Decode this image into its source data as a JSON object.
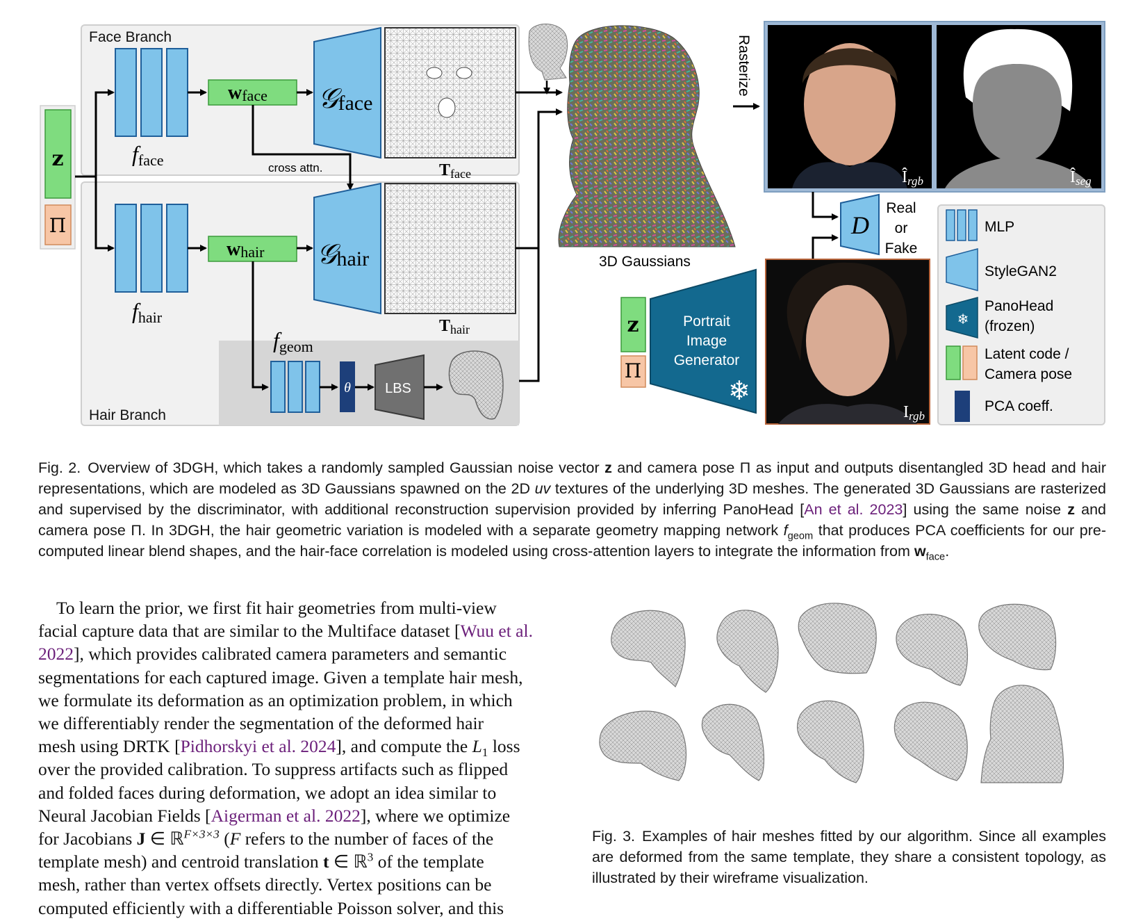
{
  "figure2": {
    "face_branch_label": "Face Branch",
    "hair_branch_label": "Hair Branch",
    "z_label": "z",
    "pi_label": "Π",
    "f_face": "face",
    "f_hair": "hair",
    "f_geom": "geom",
    "w_face": "face",
    "w_hair": "hair",
    "g_face": "face",
    "g_hair": "hair",
    "t_face": "face",
    "t_hair": "hair",
    "cross_attn": "cross attn.",
    "theta": "θ",
    "lbs": "LBS",
    "gaussians_label": "3D Gaussians",
    "rasterize": "Rasterize",
    "i_rgb_hat": "Î",
    "i_rgb_hat_sub": "rgb",
    "i_seg_hat": "Î",
    "i_seg_hat_sub": "seg",
    "discriminator": "D",
    "real_or_fake": [
      "Real",
      "or",
      "Fake"
    ],
    "portrait_generator": [
      "Portrait",
      "Image",
      "Generator"
    ],
    "i_rgb": "I",
    "i_rgb_sub": "rgb",
    "legend": {
      "mlp": "MLP",
      "stylegan": "StyleGAN2",
      "panohead": [
        "PanoHead",
        "(frozen)"
      ],
      "latent": [
        "Latent code /",
        "Camera pose"
      ],
      "pca": "PCA coeff."
    },
    "caption_label": "Fig. 2.",
    "caption_parts": [
      "Overview of 3DGH, which takes a randomly sampled Gaussian noise vector ",
      "z",
      " and camera pose Π as input and outputs disentangled 3D head and hair representations, which are modeled as 3D Gaussians spawned on the 2D ",
      "uv",
      " textures of the underlying 3D meshes. The generated 3D Gaussians are rasterized and supervised by the discriminator, with additional reconstruction supervision provided by inferring PanoHead [",
      "An et al. 2023",
      "] using the same noise ",
      "z",
      " and camera pose Π. In 3DGH, the hair geometric variation is modeled with a separate geometry mapping network ",
      "f",
      "geom",
      " that produces PCA coefficients for our pre-computed linear blend shapes, and the hair-face correlation is modeled using cross-attention layers to integrate the information from ",
      "w",
      "face",
      "."
    ]
  },
  "body": {
    "l1": "To learn the prior, we first fit hair geometries from multi-view",
    "l2a": "facial capture data that are similar to the Multiface dataset [",
    "cite_wuu1": "Wuu et al.",
    "cite_wuu2": "2022",
    "l3a": "], which provides calibrated camera parameters and semantic",
    "l4": "segmentations for each captured image. Given a template hair mesh,",
    "l5": "we formulate its deformation as an optimization problem, in which",
    "l6": "we differentiably render the segmentation of the deformed hair",
    "l7a": "mesh using DRTK [",
    "cite_pid": "Pidhorskyi et al. 2024",
    "l7b": "], and compute the ",
    "l7c": "L",
    "l7d": "1",
    "l7e": " loss",
    "l8": "over the provided calibration. To suppress artifacts such as flipped",
    "l9": "and folded faces during deformation, we adopt an idea similar to",
    "l10a": "Neural Jacobian Fields [",
    "cite_aig": "Aigerman et al. 2022",
    "l10b": "], where we optimize",
    "l11a": "for Jacobians ",
    "l11b": "J",
    "l11c": " ∈ ℝ",
    "l11d": "F×3×3",
    "l11e": " (",
    "l11f": "F",
    "l11g": " refers to the number of faces of the",
    "l12a": "template mesh) and centroid translation ",
    "l12b": "t",
    "l12c": " ∈ ℝ",
    "l12d": "3",
    "l12e": " of the template",
    "l13": "mesh, rather than vertex offsets directly. Vertex positions can be",
    "l14": "computed efficiently with a differentiable Poisson solver, and this"
  },
  "figure3": {
    "caption_label": "Fig. 3.",
    "caption": "Examples of hair meshes fitted by our algorithm. Since all examples are deformed from the same template, they share a consistent topology, as illustrated by their wireframe visualization."
  },
  "colors": {
    "mlp_blue": "#7fc3ea",
    "mlp_stroke": "#1f5f9a",
    "latent_green": "#7fdc7f",
    "camera_orange": "#f7c6a6",
    "panohead_teal": "#13698f",
    "pca_navy": "#1d3f7a",
    "citation_purple": "#6b1f7a"
  }
}
